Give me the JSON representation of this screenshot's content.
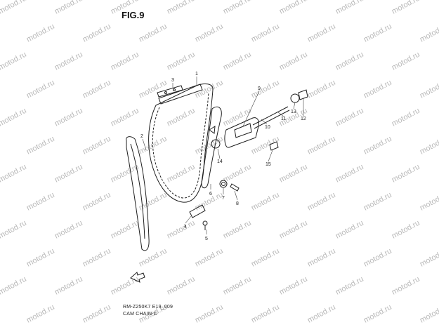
{
  "figure": {
    "title": "FIG.9",
    "code": "RM-Z250K7 E19_009",
    "name": "CAM CHAIN-C"
  },
  "watermark": {
    "text": "motod.ru",
    "color": "#b9b9b9"
  },
  "callouts": [
    "1",
    "2",
    "3",
    "4",
    "5",
    "6",
    "7",
    "8",
    "9",
    "10",
    "11",
    "12",
    "13",
    "14",
    "15"
  ],
  "icons": {
    "front_arrow": "front-arrow-icon"
  }
}
